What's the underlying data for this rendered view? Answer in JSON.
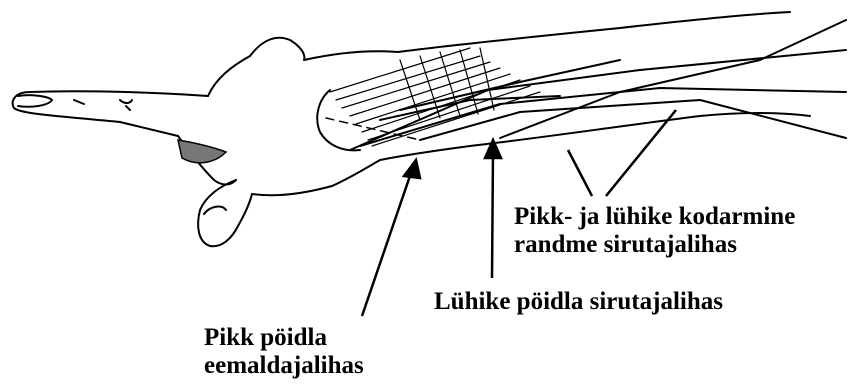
{
  "labels": {
    "extensor_carpi_radialis": {
      "line1": "Pikk- ja lühike kodarmine",
      "line2": "randme sirutajalihas"
    },
    "extensor_pollicis_brevis": "Lühike pöidla sirutajalihas",
    "abductor_pollicis_longus": {
      "line1": "Pikk pöidla",
      "line2": "eemaldajalihas"
    }
  },
  "colors": {
    "ink": "#000000",
    "background": "#ffffff"
  }
}
